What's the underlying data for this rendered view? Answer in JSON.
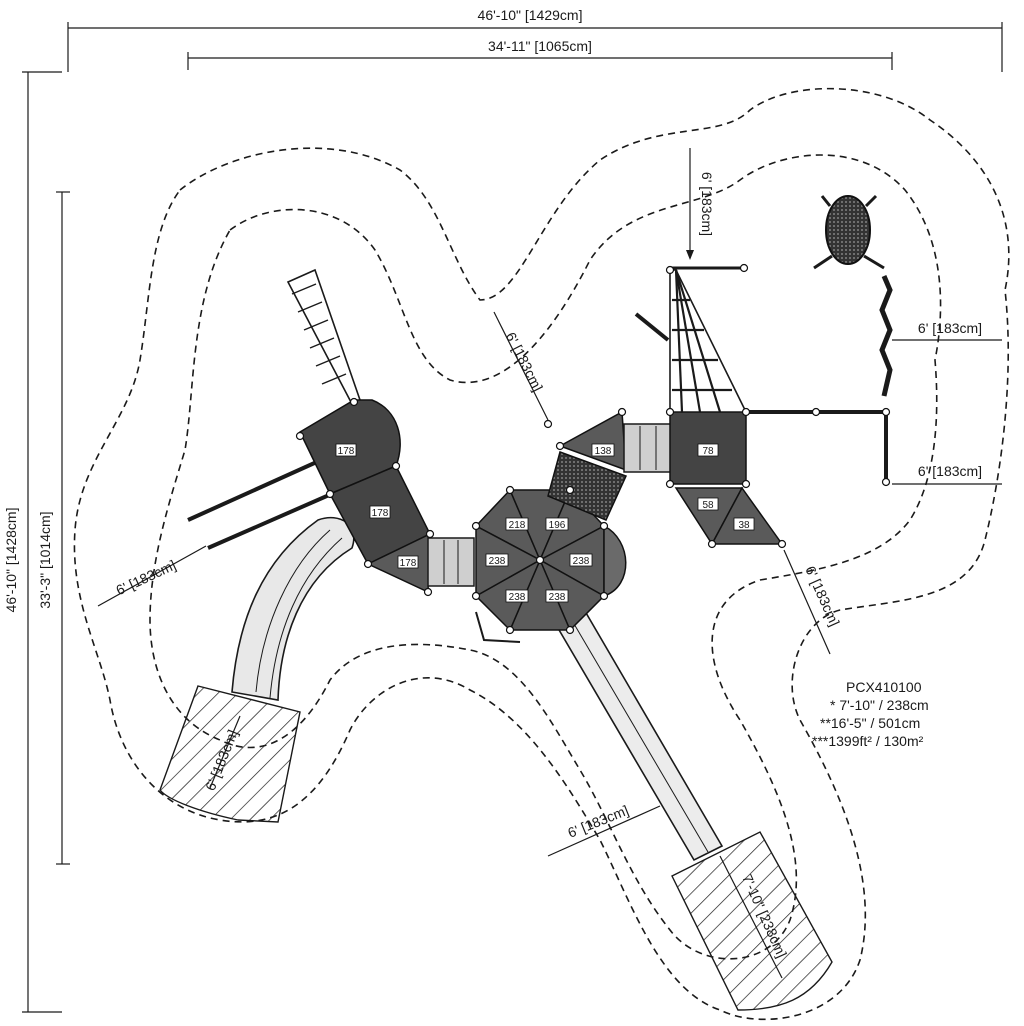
{
  "overall": {
    "width_total": "46'-10\" [1429cm]",
    "width_structure": "34'-11\" [1065cm]",
    "height_total": "46'-10\" [1428cm]",
    "height_structure": "33'-3\" [1014cm]"
  },
  "clearances": {
    "top": "6' [183cm]",
    "center": "6' [183cm]",
    "right_upper": "6' [183cm]",
    "right_lower": "6' [183cm]",
    "left": "6' [183cm]",
    "right_mid": "6' [183cm]",
    "slide_left": "6' [183cm]",
    "slide_bottom": "6' [183cm]",
    "runout": "7'-10\" [238cm]"
  },
  "decks": {
    "d1": "178",
    "d2": "178",
    "d3": "178",
    "d4": "218",
    "d5": "196",
    "d6": "238",
    "d7": "238",
    "d8": "238",
    "d9": "238",
    "d10": "138",
    "d11": "78",
    "d12": "58",
    "d13": "38"
  },
  "info": {
    "model": "PCX410100",
    "line1": "* 7'-10\" / 238cm",
    "line2": "**16'-5\" / 501cm",
    "line3": "***1399ft² / 130m²"
  }
}
